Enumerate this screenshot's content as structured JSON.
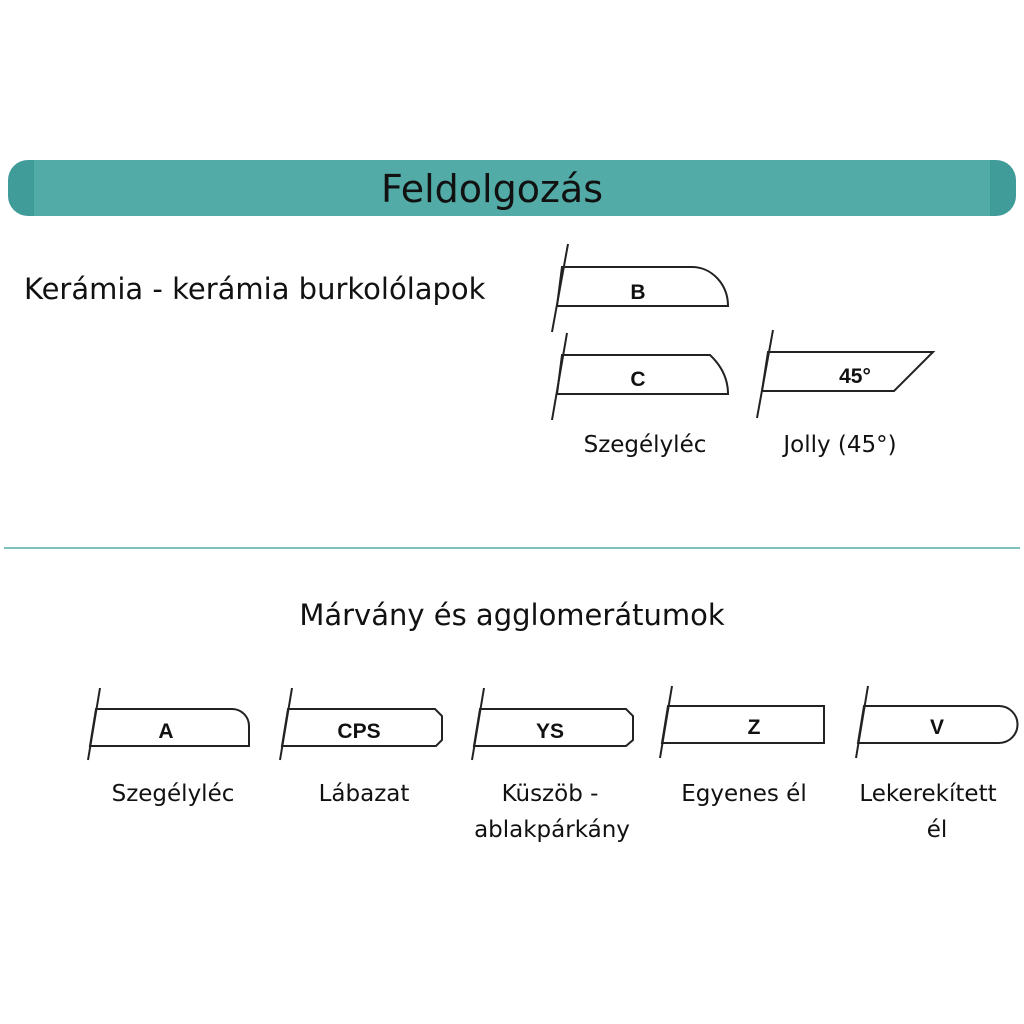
{
  "banner": {
    "title": "Feldolgozás",
    "color": "#4fa9a5"
  },
  "ceramic": {
    "heading": "Kerámia - kerámia burkolólapok",
    "profiles": [
      {
        "code": "B"
      },
      {
        "code": "C"
      },
      {
        "code": "45°"
      }
    ],
    "captions": [
      "Szegélyléc",
      "Jolly (45°)"
    ]
  },
  "marble": {
    "heading": "Márvány és agglomerátumok",
    "profiles": [
      {
        "code": "A",
        "caption": [
          "Szegélyléc"
        ]
      },
      {
        "code": "CPS",
        "caption": [
          "Lábazat"
        ]
      },
      {
        "code": "YS",
        "caption": [
          "Küszöb -",
          "ablakpárkány"
        ]
      },
      {
        "code": "Z",
        "caption": [
          "Egyenes él"
        ]
      },
      {
        "code": "V",
        "caption": [
          "Lekerekített",
          "él"
        ]
      }
    ]
  }
}
